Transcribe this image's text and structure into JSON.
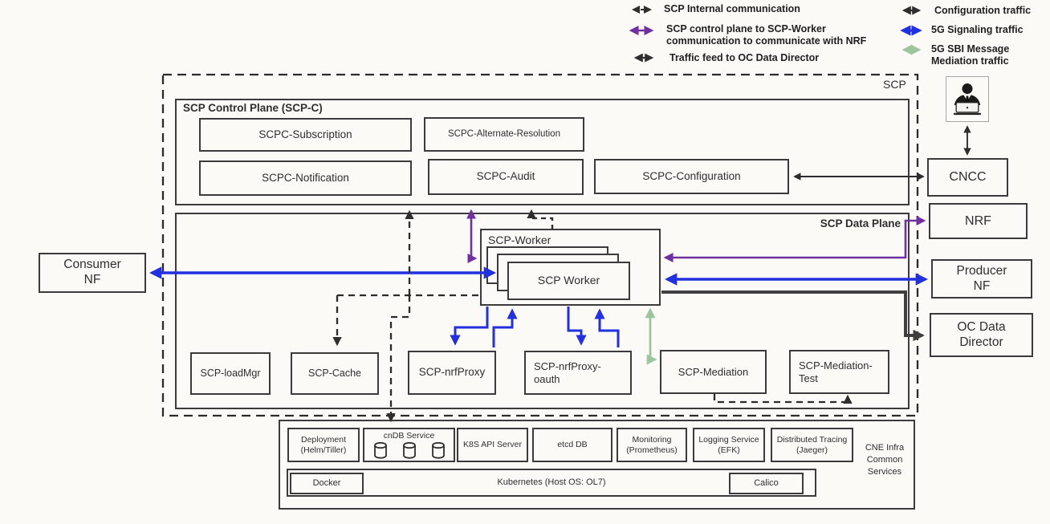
{
  "legend": {
    "left": [
      "SCP Internal communication",
      "SCP control plane to SCP-Worker communication to communicate with NRF",
      "Traffic feed to OC Data Director"
    ],
    "right": [
      "Configuration traffic",
      "5G Signaling traffic",
      "5G SBI Message Mediation traffic"
    ]
  },
  "scp": {
    "label": "SCP",
    "control_plane": {
      "title": "SCP Control Plane (SCP-C)",
      "subscription": "SCPC-Subscription",
      "alternate_resolution": "SCPC-Alternate-Resolution",
      "notification": "SCPC-Notification",
      "audit": "SCPC-Audit",
      "configuration": "SCPC-Configuration"
    },
    "data_plane": {
      "title": "SCP Data Plane",
      "worker_group": "SCP-Worker",
      "worker": "SCP Worker",
      "loadmgr": "SCP-loadMgr",
      "cache": "SCP-Cache",
      "nrfproxy": "SCP-nrfProxy",
      "nrfproxy_oauth": "SCP-nrfProxy-oauth",
      "mediation": "SCP-Mediation",
      "mediation_test": "SCP-Mediation-Test"
    }
  },
  "external": {
    "consumer_nf": "Consumer NF",
    "cncc": "CNCC",
    "nrf": "NRF",
    "producer_nf": "Producer NF",
    "oc_data_director": "OC Data Director"
  },
  "infra": {
    "label": "CNE Infra Common Services",
    "row1": [
      "Deployment (Helm/Tiller)",
      "cnDB Service",
      "K8S API Server",
      "etcd DB",
      "Monitoring (Prometheus)",
      "Logging Service (EFK)",
      "Distributed Tracing (Jaeger)"
    ],
    "docker": "Docker",
    "kubernetes": "Kubernetes (Host OS: OL7)",
    "calico": "Calico"
  },
  "colors": {
    "purple": "#7030a0",
    "blue": "#2330dd",
    "green": "#9cc49f",
    "black": "#2e2e2e",
    "thick_line": "#3f3f3f"
  }
}
